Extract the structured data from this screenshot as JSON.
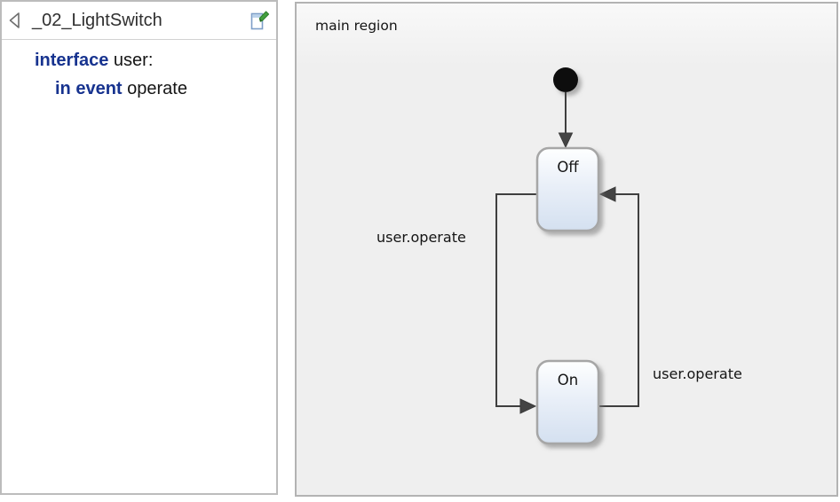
{
  "left_panel": {
    "title": "_02_LightSwitch",
    "icons": {
      "collapse": "collapse-left-icon",
      "edit": "edit-definition-icon"
    },
    "definition": {
      "line1_keyword": "interface",
      "line1_rest": " user:",
      "line2_keyword": "in event",
      "line2_rest": " operate"
    }
  },
  "diagram": {
    "region_label": "main region",
    "initial_state": {
      "name": "initial"
    },
    "states": [
      {
        "label": "Off"
      },
      {
        "label": "On"
      }
    ],
    "transitions": [
      {
        "from": "Off",
        "to": "On",
        "label": "user.operate"
      },
      {
        "from": "On",
        "to": "Off",
        "label": "user.operate"
      }
    ]
  },
  "colors": {
    "keyword": "#17338f",
    "state_fill_top": "#feffff",
    "state_fill_bottom": "#d4e0f0",
    "state_border": "#a6a6a6",
    "transition_line": "#3f3f3f",
    "canvas_bg": "#efefef",
    "panel_border": "#b5b5b5"
  }
}
